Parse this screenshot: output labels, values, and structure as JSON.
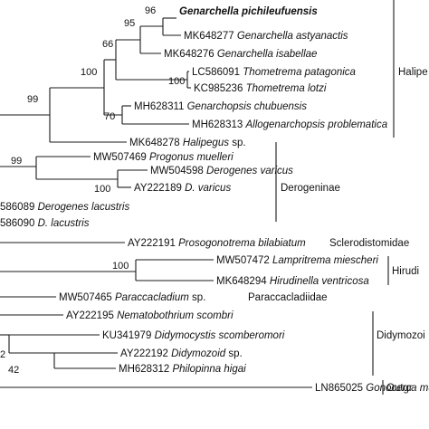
{
  "taxa": [
    {
      "accession": "",
      "species": "Genarchella pichileufuensis",
      "suffix": "",
      "bold": true
    },
    {
      "accession": "MK648277",
      "species": "Genarchella astyanactis",
      "suffix": ""
    },
    {
      "accession": "MK648276",
      "species": "Genarchella isabellae",
      "suffix": ""
    },
    {
      "accession": "LC586091",
      "species": "Thometrema patagonica",
      "suffix": ""
    },
    {
      "accession": "KC985236",
      "species": "Thometrema lotzi",
      "suffix": ""
    },
    {
      "accession": "MH628311",
      "species": "Genarchopsis chubuensis",
      "suffix": ""
    },
    {
      "accession": "MH628313",
      "species": "Allogenarchopsis problematica",
      "suffix": ""
    },
    {
      "accession": "MK648278",
      "species": "Halipegus",
      "suffix": "sp."
    },
    {
      "accession": "MW507469",
      "species": "Progonus muelleri",
      "suffix": ""
    },
    {
      "accession": "MW504598",
      "species": "Derogenes varicus",
      "suffix": ""
    },
    {
      "accession": "AY222189",
      "species": "D. varicus",
      "suffix": ""
    },
    {
      "accession": "586089",
      "species": "Derogenes lacustris",
      "suffix": ""
    },
    {
      "accession": "586090",
      "species": "D. lacustris",
      "suffix": ""
    },
    {
      "accession": "AY222191",
      "species": "Prosogonotrema bilabiatum",
      "suffix": ""
    },
    {
      "accession": "MW507472",
      "species": "Lampritrema miescheri",
      "suffix": ""
    },
    {
      "accession": "MK648294",
      "species": "Hirudinella ventricosa",
      "suffix": ""
    },
    {
      "accession": "MW507465",
      "species": "Paraccacladium",
      "suffix": "sp."
    },
    {
      "accession": "AY222195",
      "species": "Nematobothrium scombri",
      "suffix": ""
    },
    {
      "accession": "KU341979",
      "species": "Didymocystis scomberomori",
      "suffix": ""
    },
    {
      "accession": "AY222192",
      "species": "Didymozoid",
      "suffix": "sp."
    },
    {
      "accession": "MH628312",
      "species": "Philopinna higai",
      "suffix": ""
    },
    {
      "accession": "LN865025",
      "species": "Gonocerca muraenolepisi",
      "suffix": ""
    }
  ],
  "support_values": [
    "96",
    "95",
    "66",
    "100",
    "100",
    "70",
    "99",
    "99",
    "100",
    "100",
    "2",
    "42"
  ],
  "clades": [
    "Halipe",
    "Derogeninae",
    "Sclerodistomidae",
    "Hirudi",
    "Paraccacladiidae",
    "Didymozoi",
    "Outgr"
  ]
}
